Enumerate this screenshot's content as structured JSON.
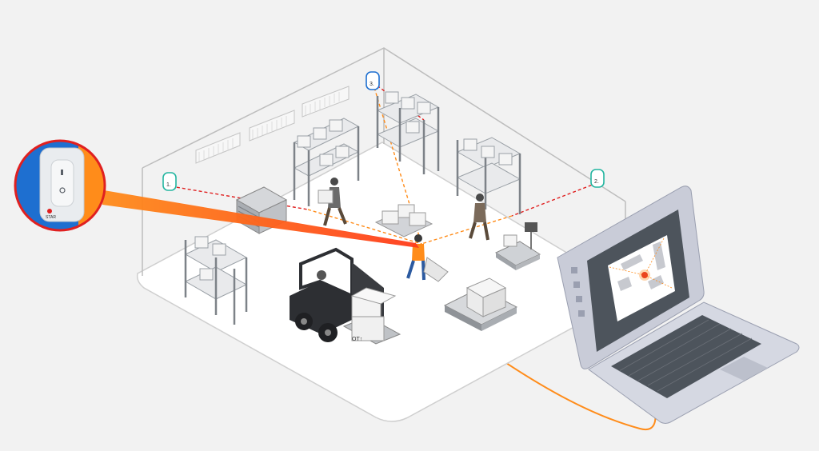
{
  "anchors": [
    {
      "id": "anchor-left",
      "label": "1."
    },
    {
      "id": "anchor-back",
      "label": "3."
    },
    {
      "id": "anchor-right",
      "label": "2."
    }
  ],
  "device_zoom": {
    "brand_text": "STAR"
  },
  "forklift": {
    "plate_text": "ОТ↑"
  },
  "colors": {
    "background": "#f2f2f2",
    "accent_orange": "#ff8c1a",
    "link_red": "#e02020",
    "zoom_blue": "#1e6fd0",
    "floor": "#ffffff",
    "wall_line": "#bdbdbd",
    "shelf": "#9aa0a6",
    "laptop_body": "#c9ccd8",
    "laptop_screen": "#4d545c"
  }
}
